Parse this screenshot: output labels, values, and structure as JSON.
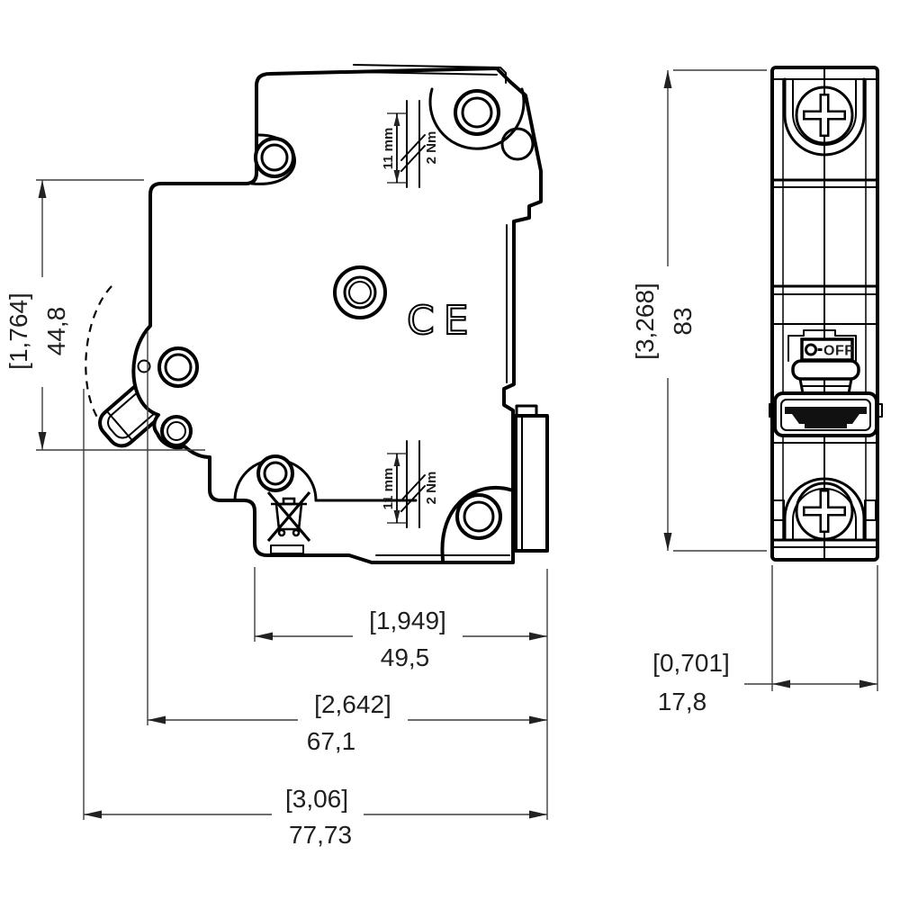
{
  "side_view": {
    "height_dim": {
      "inch": "[1,764]",
      "mm": "44,8"
    },
    "width_dims": [
      {
        "inch": "[1,949]",
        "mm": "49,5"
      },
      {
        "inch": "[2,642]",
        "mm": "67,1"
      },
      {
        "inch": "[3,06]",
        "mm": "77,73"
      }
    ],
    "terminal_note_top": {
      "strip_length": "11 mm",
      "torque": "2 Nm"
    },
    "terminal_note_bottom": {
      "strip_length": "11 mm",
      "torque": "2 Nm"
    },
    "ce_mark": "CE"
  },
  "front_view": {
    "height_dim": {
      "inch": "[3,268]",
      "mm": "83"
    },
    "width_dim": {
      "inch": "[0,701]",
      "mm": "17,8"
    },
    "switch_label": "OFF"
  },
  "icons": {
    "weee": "weee-crossed-bin-icon",
    "off_symbol": "off-circle-icon",
    "screws": "phillips-screw-icon"
  },
  "colors": {
    "background": "#ffffff",
    "line": "#000000",
    "dimension_line": "#3d3d3d",
    "text": "#1f1f1f",
    "toggle_fill": "#111111"
  }
}
